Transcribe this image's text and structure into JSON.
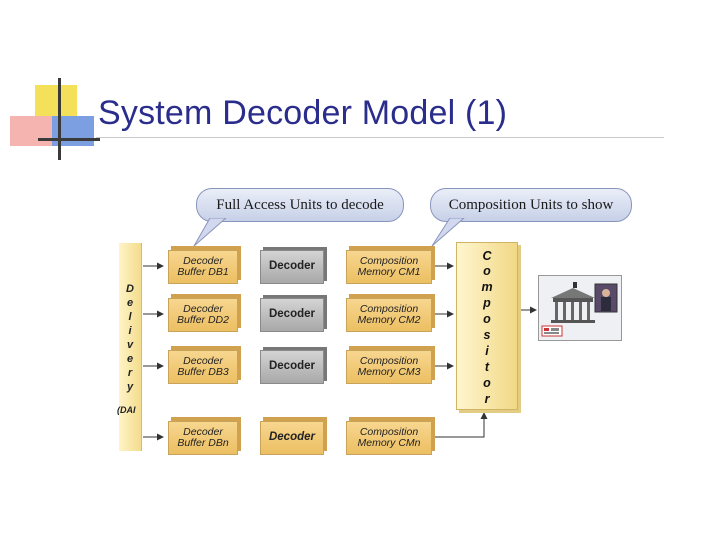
{
  "title": "System Decoder Model (1)",
  "callouts": {
    "left": "Full Access Units to decode",
    "right": "Composition Units to show"
  },
  "delivery": {
    "letters": [
      "D",
      "e",
      "l",
      "i",
      "v",
      "e",
      "r",
      "y"
    ],
    "dmif": "(DAI"
  },
  "rows": [
    {
      "buffer": [
        "Decoder",
        "Buffer DB1"
      ],
      "decoder": "Decoder",
      "decoder_style": "gray",
      "memory": [
        "Composition",
        "Memory CM1"
      ]
    },
    {
      "buffer": [
        "Decoder",
        "Buffer DD2"
      ],
      "decoder": "Decoder",
      "decoder_style": "gray",
      "memory": [
        "Composition",
        "Memory CM2"
      ]
    },
    {
      "buffer": [
        "Decoder",
        "Buffer DB3"
      ],
      "decoder": "Decoder",
      "decoder_style": "gray",
      "memory": [
        "Composition",
        "Memory CM3"
      ]
    },
    {
      "buffer": [
        "Decoder",
        "Buffer DBn"
      ],
      "decoder": "Decoder",
      "decoder_style": "yellow",
      "memory": [
        "Composition",
        "Memory CMn"
      ]
    }
  ],
  "compositor": {
    "letters": [
      "C",
      "o",
      "m",
      "p",
      "o",
      "s",
      "i",
      "t",
      "o",
      "r"
    ]
  },
  "thumbnail": {
    "logo": "DW",
    "description": "building scene preview"
  },
  "colors": {
    "title": "#2a2d8c",
    "block_fill": "#f0c870",
    "decoder_gray": "#b5b5b5",
    "arrow": "#333333"
  }
}
